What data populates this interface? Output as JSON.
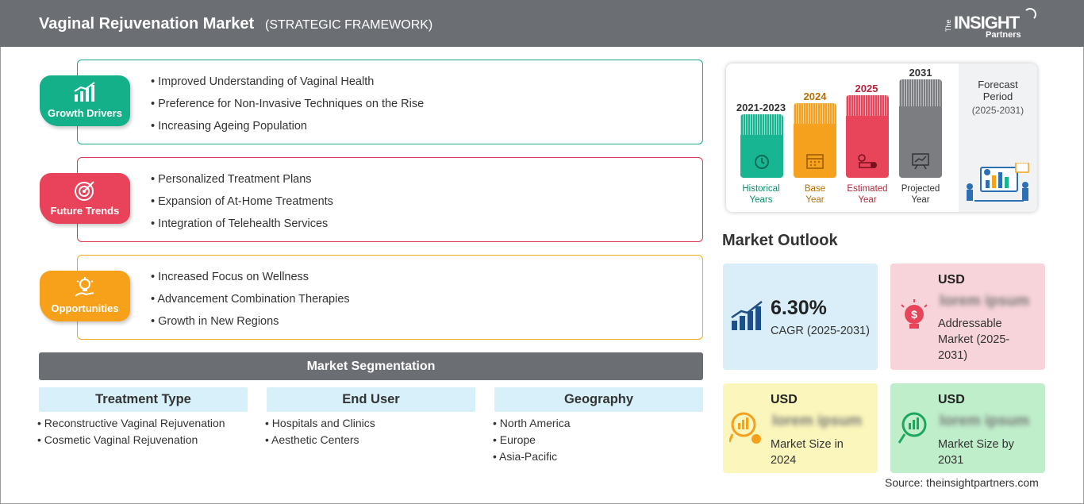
{
  "header": {
    "title": "Vaginal Rejuvenation Market",
    "subtitle": "(STRATEGIC FRAMEWORK)",
    "logo": {
      "the": "The",
      "insight": "INSIGHT",
      "partners": "Partners"
    }
  },
  "panels": [
    {
      "badge": "Growth Drivers",
      "icon": "growth-chart-icon",
      "color": "#14b08a",
      "items": [
        "Improved Understanding of Vaginal Health",
        "Preference for Non-Invasive Techniques on the Rise",
        "Increasing Ageing Population"
      ]
    },
    {
      "badge": "Future Trends",
      "icon": "target-icon",
      "color": "#e8435a",
      "items": [
        "Personalized Treatment Plans",
        "Expansion of At-Home Treatments",
        "Integration of Telehealth Services"
      ]
    },
    {
      "badge": "Opportunities",
      "icon": "lightbulb-hand-icon",
      "color": "#f7a11a",
      "items": [
        "Increased Focus on Wellness",
        "Advancement Combination Therapies",
        "Growth in New Regions"
      ]
    }
  ],
  "segmentation": {
    "title": "Market Segmentation",
    "columns": [
      {
        "head": "Treatment Type",
        "items": [
          "Reconstructive Vaginal Rejuvenation",
          "Cosmetic Vaginal Rejuvenation"
        ]
      },
      {
        "head": "End User",
        "items": [
          "Hospitals and Clinics",
          "Aesthetic Centers"
        ]
      },
      {
        "head": "Geography",
        "items": [
          "North America",
          "Europe",
          "Asia-Pacific"
        ]
      }
    ]
  },
  "timeline": {
    "bars": [
      {
        "year": "2021-2023",
        "label1": "Historical",
        "label2": "Years",
        "color": "#17b592",
        "textcolor": "#138a6e",
        "icon": "history-icon"
      },
      {
        "year": "2024",
        "label1": "Base",
        "label2": "Year",
        "color": "#f5a11e",
        "textcolor": "#b86d00",
        "icon": "calendar-icon"
      },
      {
        "year": "2025",
        "label1": "Estimated",
        "label2": "Year",
        "color": "#e8445a",
        "textcolor": "#b8233a",
        "icon": "estimate-icon"
      },
      {
        "year": "2031",
        "label1": "Projected",
        "label2": "Year",
        "color": "#7b7d80",
        "textcolor": "#333333",
        "icon": "projection-icon"
      }
    ],
    "forecast_title1": "Forecast",
    "forecast_title2": "Period",
    "forecast_period": "(2025-2031)"
  },
  "outlook": {
    "title": "Market Outlook",
    "cagr_value": "6.30%",
    "cagr_label": "CAGR (2025-2031)",
    "addressable": {
      "usd": "USD",
      "value": "lorem ipsum",
      "line1": "Addressable",
      "line2": "Market (2025-",
      "line3": "2031)"
    },
    "size2024": {
      "usd": "USD",
      "value": "lorem ipsum",
      "line1": "Market Size in",
      "line2": "2024"
    },
    "size2031": {
      "usd": "USD",
      "value": "lorem ipsum",
      "line1": "Market Size by",
      "line2": "2031"
    }
  },
  "source": "Source: theinsightpartners.com"
}
